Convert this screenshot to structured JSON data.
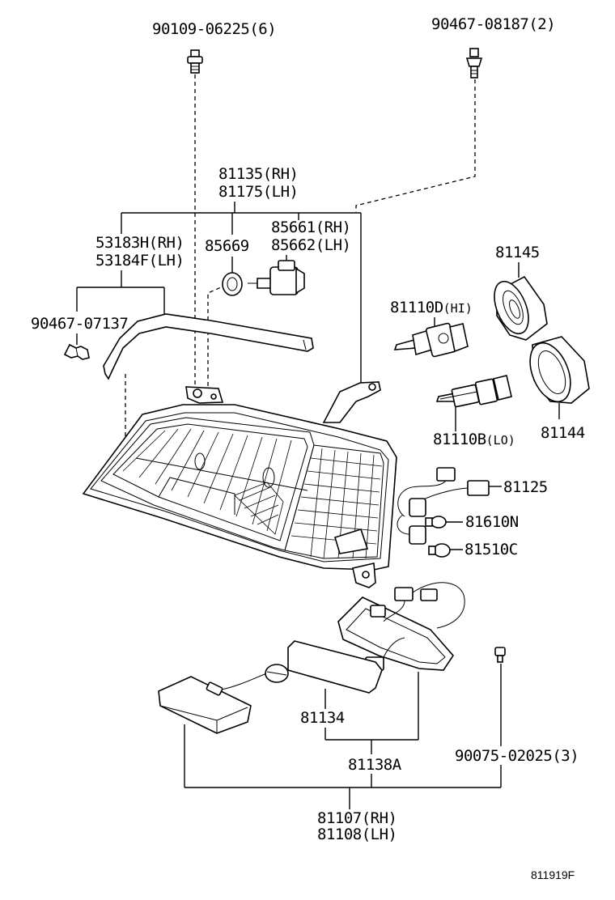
{
  "labels": {
    "bolt_top_left": "90109-06225(6)",
    "screw_top_right": "90467-08187(2)",
    "unit_rh": "81135(RH)",
    "unit_lh": "81175(LH)",
    "gasket_rh": "53183H(RH)",
    "gasket_lh": "53184F(LH)",
    "oring": "85669",
    "socket_rh": "85661(RH)",
    "socket_lh": "85662(LH)",
    "clip": "90467-07137",
    "bulb_hi_num": "81110D",
    "bulb_hi_suffix": "(HI)",
    "bulb_lo_num": "81110B",
    "bulb_lo_suffix": "(LO)",
    "cover_top": "81145",
    "cover_bottom": "81144",
    "wire": "81125",
    "bulb_small_1": "81610N",
    "bulb_small_2": "81510C",
    "lens": "81134",
    "sub_assy": "81138A",
    "screw_bottom": "90075-02025(3)",
    "assy_rh": "81107(RH)",
    "assy_lh": "81108(LH)",
    "figure_ref": "811919F"
  }
}
